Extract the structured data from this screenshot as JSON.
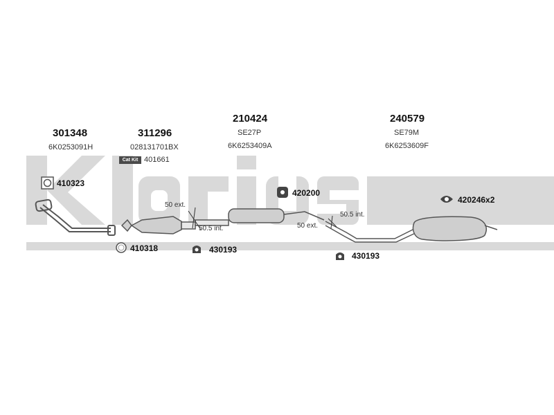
{
  "watermark": "Klarius",
  "groups": [
    {
      "number": "301348",
      "code": "6K0253091H"
    },
    {
      "number": "311296",
      "code": "028131701BX"
    },
    {
      "number": "210424",
      "sub": "SE27P",
      "code": "6K6253409A"
    },
    {
      "number": "240579",
      "sub": "SE79M",
      "code": "6K6253609F"
    }
  ],
  "cat_kit": {
    "badge": "Cat Kit",
    "number": "401661"
  },
  "fittings": {
    "f410323": "410323",
    "f410318": "410318",
    "f430193a": "430193",
    "f420200": "420200",
    "f430193b": "430193",
    "f420246": "420246x2"
  },
  "dims": {
    "ext50a": "50 ext.",
    "int505a": "50.5 int.",
    "int505b": "50.5 int.",
    "ext50b": "50 ext."
  },
  "colors": {
    "pipe": "#555555",
    "body": "#cfcfcf",
    "watermark": "#d9d9d9"
  }
}
